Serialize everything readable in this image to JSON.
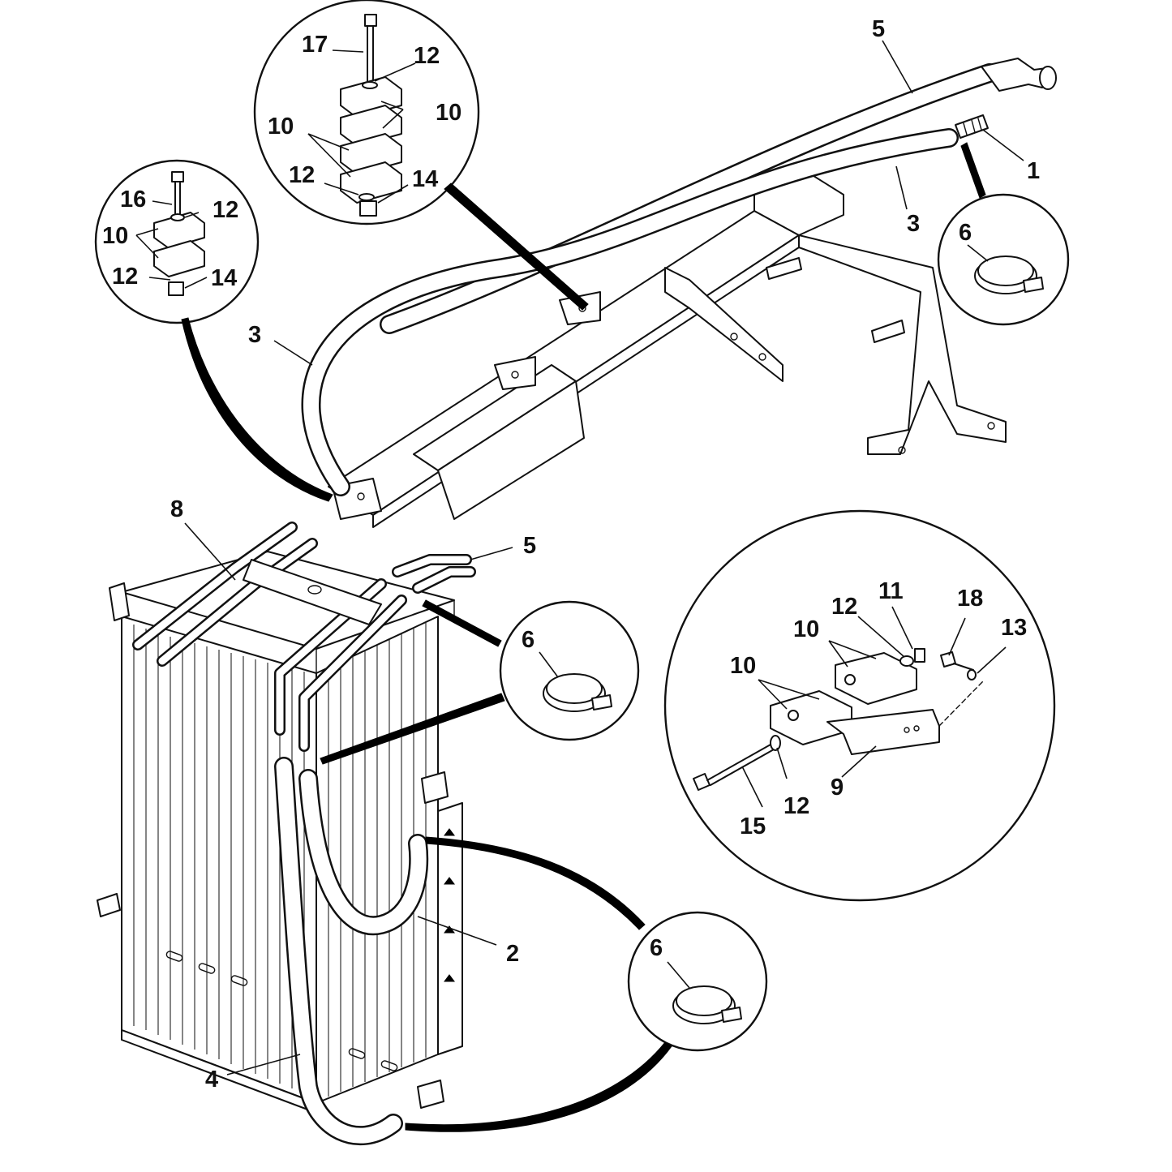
{
  "callouts": {
    "c1": "1",
    "c2": "2",
    "c3a": "3",
    "c3b": "3",
    "c4": "4",
    "c5a": "5",
    "c5b": "5",
    "c6a": "6",
    "c6b": "6",
    "c6c": "6",
    "c8": "8",
    "c9": "9",
    "c10a": "10",
    "c10b": "10",
    "c10c": "10",
    "c10d": "10",
    "c10e": "10",
    "c11": "11",
    "c12a": "12",
    "c12b": "12",
    "c12c": "12",
    "c12d": "12",
    "c12e": "12",
    "c12f": "12",
    "c13": "13",
    "c14a": "14",
    "c14b": "14",
    "c15": "15",
    "c16": "16",
    "c17": "17",
    "c18": "18"
  }
}
